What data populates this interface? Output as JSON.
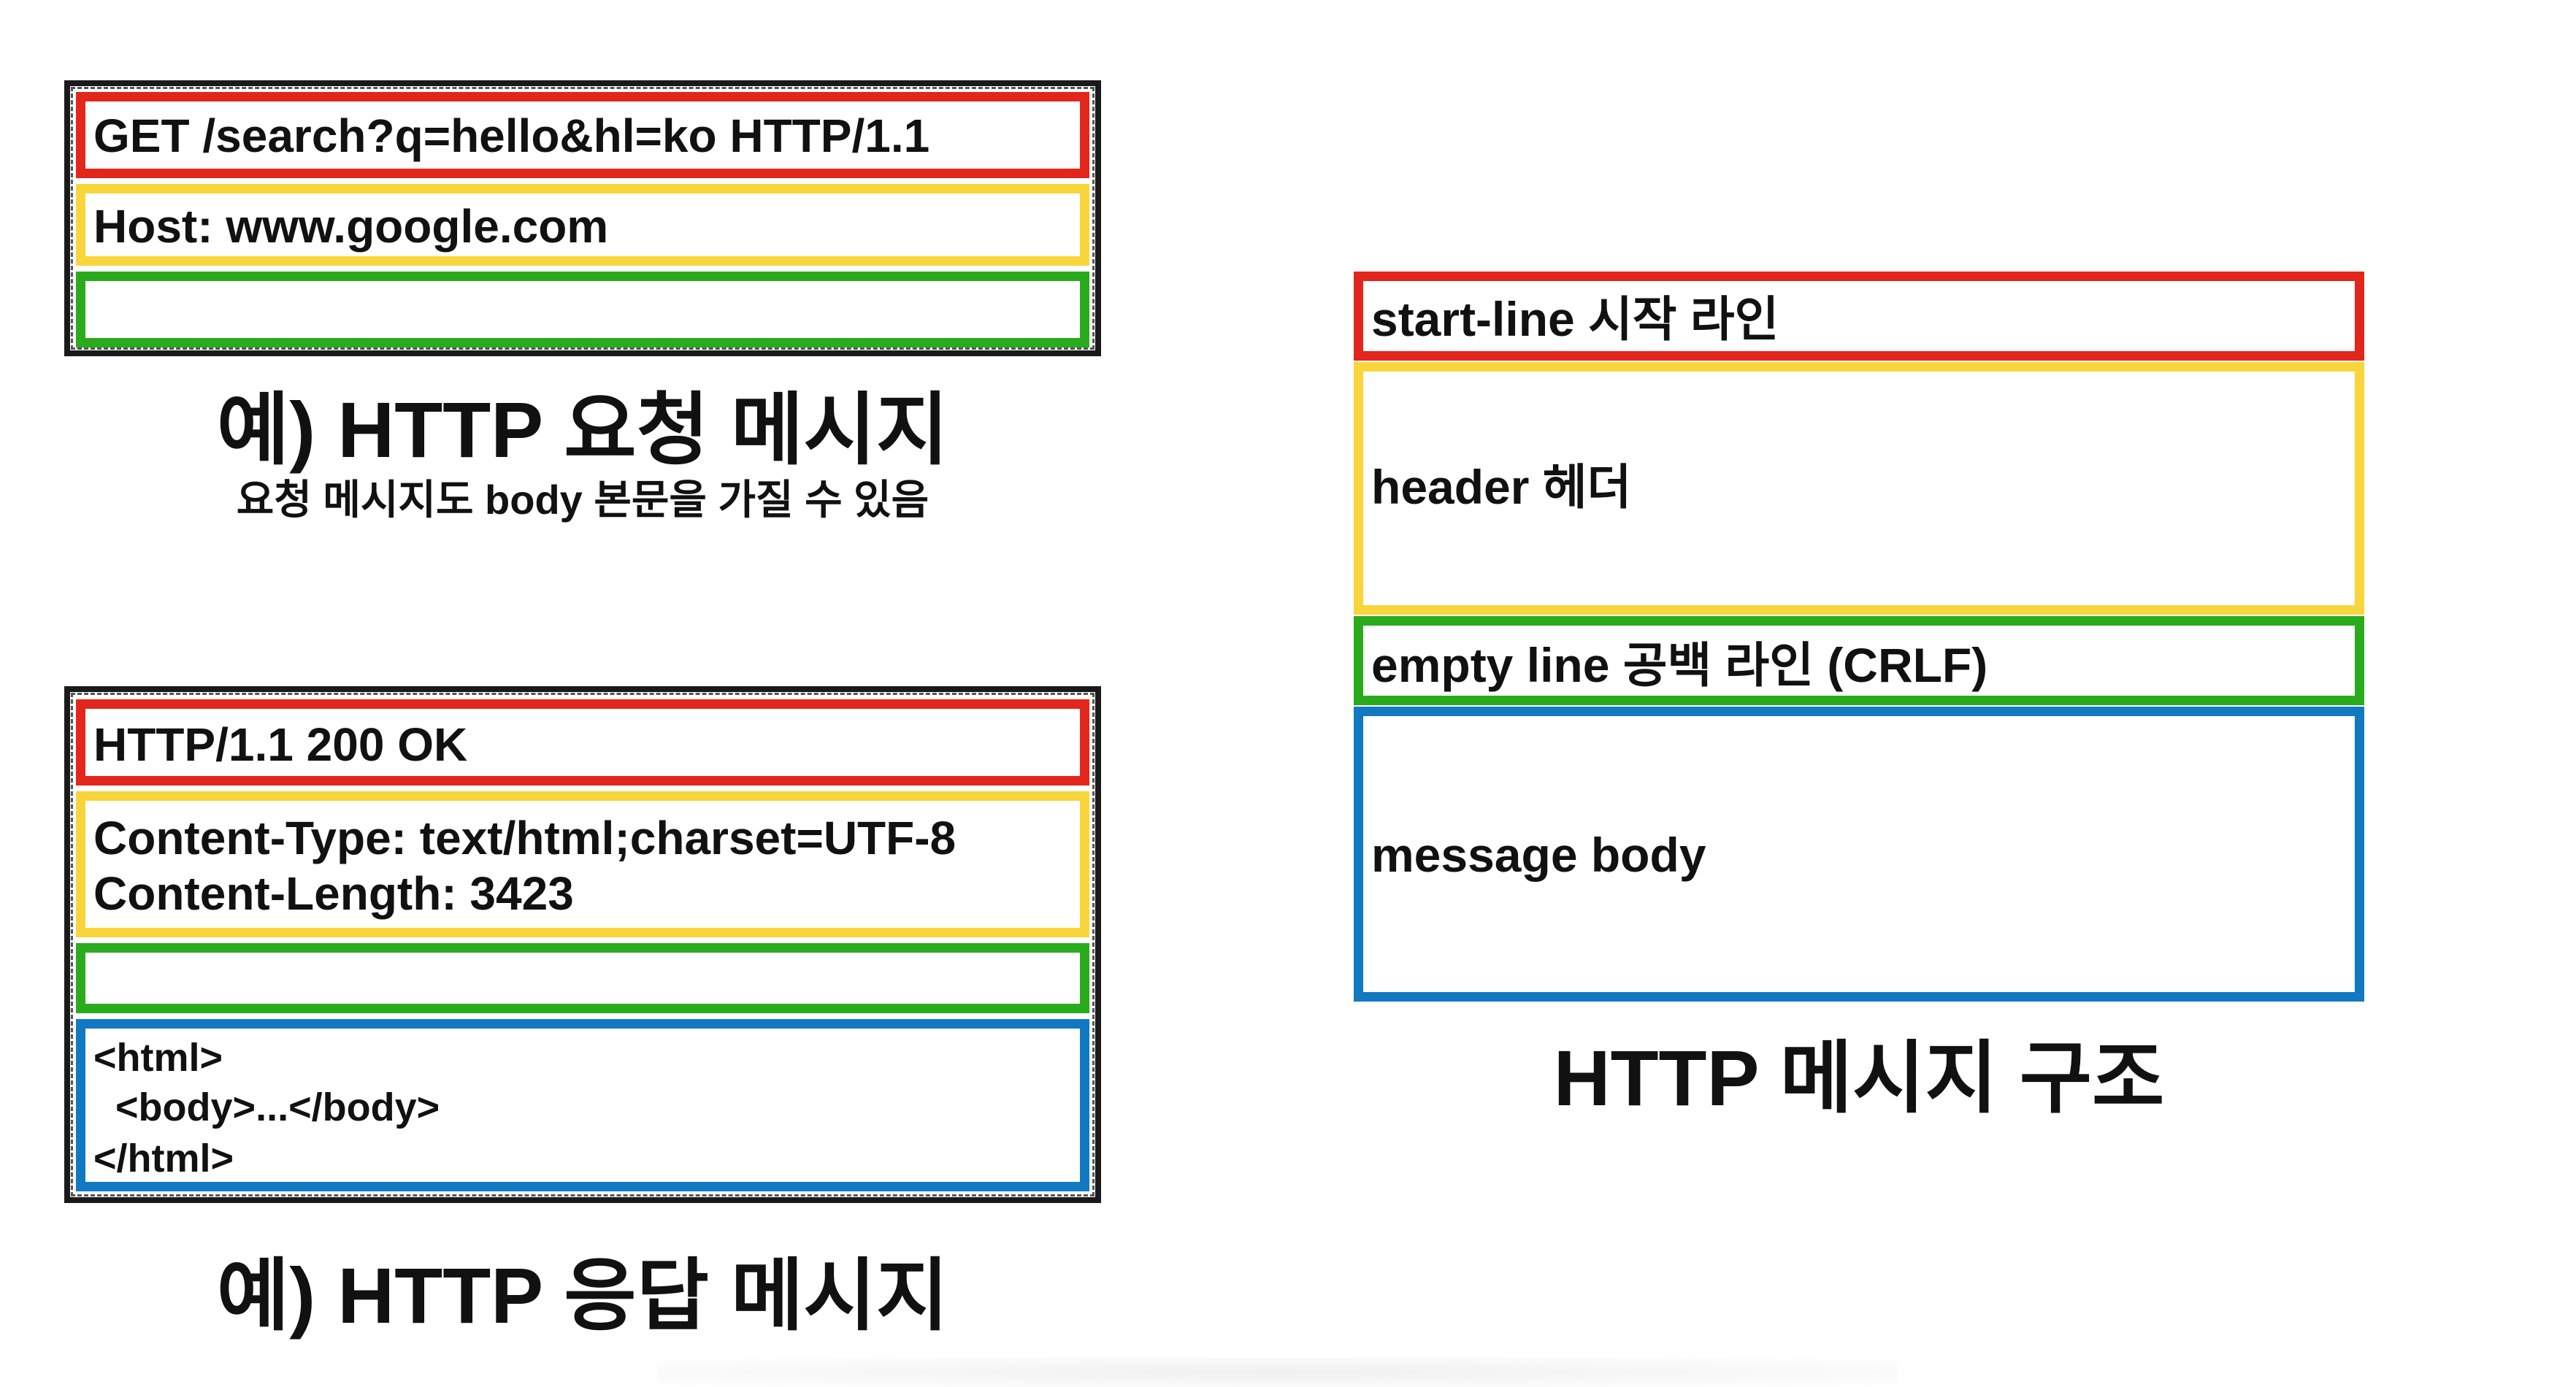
{
  "request": {
    "start_line": "GET /search?q=hello&hl=ko HTTP/1.1",
    "header": "Host: www.google.com",
    "empty_line": "",
    "caption": "예) HTTP 요청 메시지",
    "note": "요청 메시지도 body 본문을 가질 수 있음"
  },
  "response": {
    "start_line": "HTTP/1.1 200 OK",
    "header_1": "Content-Type: text/html;charset=UTF-8",
    "header_2": "Content-Length: 3423",
    "empty_line": "",
    "body_1": "<html>",
    "body_2": "  <body>...</body>",
    "body_3": "</html>",
    "caption": "예) HTTP 응답 메시지"
  },
  "structure": {
    "start_line": "start-line 시작 라인",
    "header": "header 헤더",
    "empty_line": "empty line 공백 라인 (CRLF)",
    "body": "message body",
    "caption": "HTTP 메시지 구조"
  },
  "colors": {
    "start_line": "#e2261b",
    "header": "#f8d63b",
    "empty_line": "#2aab1d",
    "body": "#1178c2"
  }
}
